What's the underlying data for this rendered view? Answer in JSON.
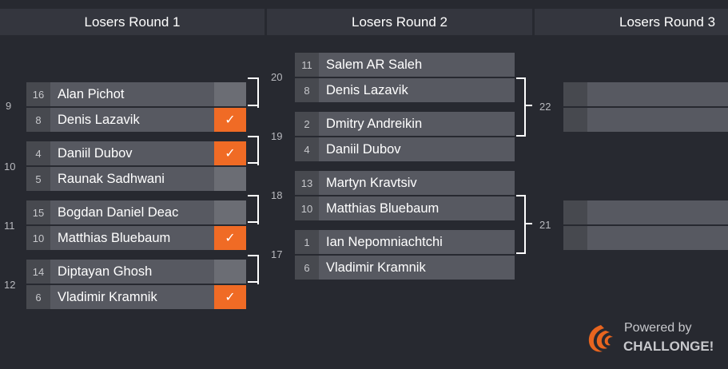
{
  "rounds": [
    "Losers Round 1",
    "Losers Round 2",
    "Losers Round 3"
  ],
  "round1": [
    {
      "num": "9",
      "p1": {
        "seed": "16",
        "name": "Alan Pichot",
        "win": false
      },
      "p2": {
        "seed": "8",
        "name": "Denis Lazavik",
        "win": true
      }
    },
    {
      "num": "10",
      "p1": {
        "seed": "4",
        "name": "Daniil Dubov",
        "win": true
      },
      "p2": {
        "seed": "5",
        "name": "Raunak Sadhwani",
        "win": false
      }
    },
    {
      "num": "11",
      "p1": {
        "seed": "15",
        "name": "Bogdan Daniel Deac",
        "win": false
      },
      "p2": {
        "seed": "10",
        "name": "Matthias Bluebaum",
        "win": true
      }
    },
    {
      "num": "12",
      "p1": {
        "seed": "14",
        "name": "Diptayan Ghosh",
        "win": false
      },
      "p2": {
        "seed": "6",
        "name": "Vladimir Kramnik",
        "win": true
      }
    }
  ],
  "round2": [
    {
      "num": "20",
      "p1": {
        "seed": "11",
        "name": "Salem AR Saleh"
      },
      "p2": {
        "seed": "8",
        "name": "Denis Lazavik"
      }
    },
    {
      "num": "19",
      "p1": {
        "seed": "2",
        "name": "Dmitry Andreikin"
      },
      "p2": {
        "seed": "4",
        "name": "Daniil Dubov"
      }
    },
    {
      "num": "18",
      "p1": {
        "seed": "13",
        "name": "Martyn Kravtsiv"
      },
      "p2": {
        "seed": "10",
        "name": "Matthias Bluebaum"
      }
    },
    {
      "num": "17",
      "p1": {
        "seed": "1",
        "name": "Ian Nepomniachtchi"
      },
      "p2": {
        "seed": "6",
        "name": "Vladimir Kramnik"
      }
    }
  ],
  "round3": [
    {
      "num": "22"
    },
    {
      "num": "21"
    }
  ],
  "win_mark": "✓",
  "branding": {
    "powered": "Powered by",
    "brand": "CHALLONGE!"
  },
  "colors": {
    "background": "#272930",
    "win": "#f06b25",
    "slot": "#575961"
  }
}
